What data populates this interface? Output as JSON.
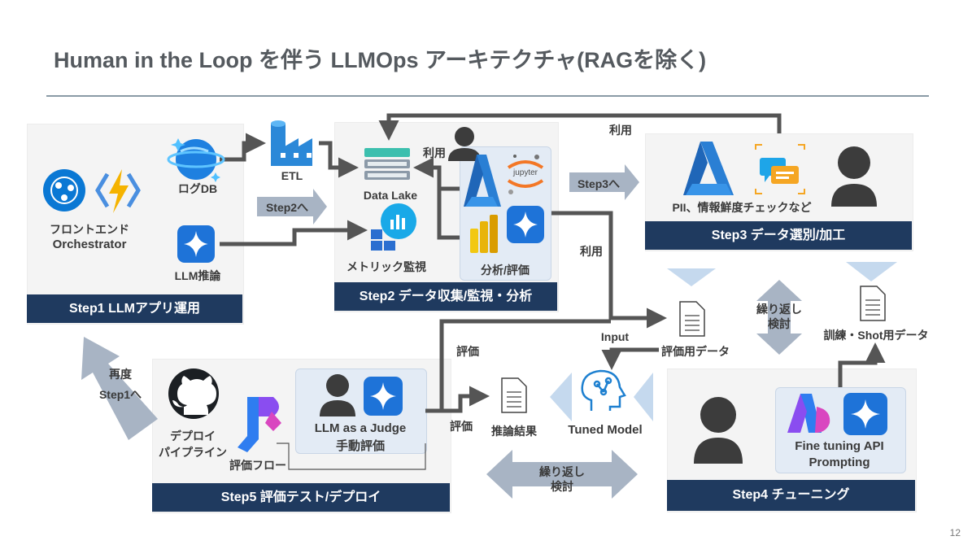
{
  "title": "Human in the Loop を伴う LLMOps アーキテクチャ(RAGを除く)",
  "page_number": "12",
  "steps": {
    "step1": "Step1 LLMアプリ運用",
    "step2": "Step2 データ収集/監視・分析",
    "step3": "Step3 データ選別/加工",
    "step4": "Step4 チューニング",
    "step5": "Step5 評価テスト/デプロイ"
  },
  "step1": {
    "frontend": "フロントエンド",
    "orchestrator": "Orchestrator",
    "logdb": "ログDB",
    "llm_inference": "LLM推論"
  },
  "step2": {
    "etl": "ETL",
    "data_lake": "Data Lake",
    "metrics": "メトリック監視",
    "use": "利用",
    "analysis": "分析/評価",
    "jupyter": "jupyter"
  },
  "step3": {
    "checks": "PII、情報鮮度チェックなど"
  },
  "step4": {
    "fine_tuning": "Fine tuning API",
    "prompting": "Prompting"
  },
  "step5": {
    "deploy_pipeline_1": "デプロイ",
    "deploy_pipeline_2": "パイプライン",
    "eval_flow": "評価フロー",
    "llm_judge": "LLM as a Judge",
    "manual_eval": "手動評価"
  },
  "arrows": {
    "to_step2": "Step2へ",
    "to_step3": "Step3へ",
    "use_top": "利用",
    "use_mid": "利用",
    "evaluation_1": "評価",
    "evaluation_2": "評価",
    "input": "Input",
    "repeat_1a": "繰り返し",
    "repeat_1b": "検討",
    "repeat_2a": "繰り返し",
    "repeat_2b": "検討",
    "back_1": "再度",
    "back_2": "Step1へ"
  },
  "docs": {
    "eval_data": "評価用データ",
    "train_data": "訓練・Shot用データ",
    "inference_result": "推論結果"
  },
  "model": {
    "tuned_model": "Tuned Model"
  },
  "colors": {
    "step_bar": "#1f3a5f",
    "panel": "#f4f4f4",
    "pale_arrow": "#c5d9ee",
    "grey_arrow": "#a8b4c4",
    "azure_blue": "#0a78d4"
  }
}
